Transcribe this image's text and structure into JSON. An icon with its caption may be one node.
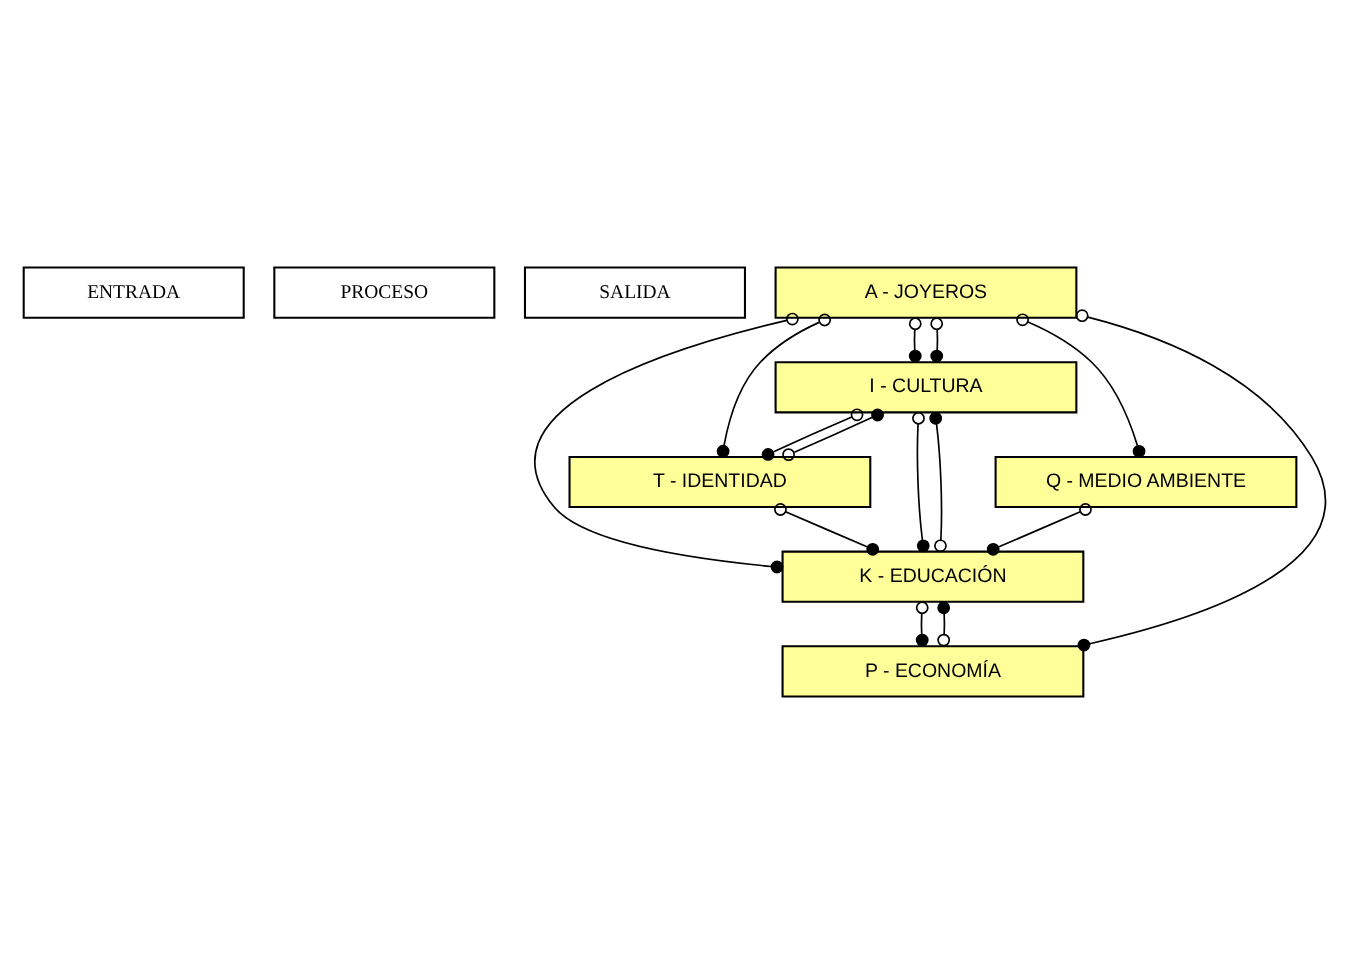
{
  "diagram": {
    "nodes": [
      {
        "text": [
          "ENTRADA"
        ]
      },
      {
        "text": [
          "PROCESO"
        ]
      },
      {
        "text": [
          "SALIDA"
        ]
      },
      {
        "text": [
          "A - JOYEROS"
        ]
      },
      {
        "text": [
          "I - CULTURA"
        ]
      },
      {
        "text": [
          "K - EDUCACIÓN"
        ]
      },
      {
        "text": [
          "P - ECONOMÍA"
        ]
      },
      {
        "text": [
          "Q - MEDIO AMBIENTE"
        ]
      },
      {
        "text": [
          "T - IDENTIDAD"
        ]
      }
    ],
    "edges": [
      {
        "from": 3,
        "to": 4,
        "arrow": "other"
      },
      {
        "from": 3,
        "to": 4,
        "arrow": "other"
      },
      {
        "from": 8,
        "to": 4,
        "arrow": "other"
      },
      {
        "from": 3,
        "to": 5,
        "arrow": "other"
      },
      {
        "from": 3,
        "to": 6,
        "arrow": "other"
      },
      {
        "from": 3,
        "to": 7,
        "arrow": "other"
      },
      {
        "from": 7,
        "to": 5,
        "arrow": "other"
      },
      {
        "from": 8,
        "to": 5,
        "arrow": "other"
      },
      {
        "from": 4,
        "to": 5,
        "arrow": "other"
      },
      {
        "from": 5,
        "to": 4,
        "arrow": "other"
      },
      {
        "from": 5,
        "to": 6,
        "arrow": "other"
      },
      {
        "from": 6,
        "to": 5,
        "arrow": "other"
      },
      {
        "from": 4,
        "to": 8,
        "arrow": "other"
      },
      {
        "from": 3,
        "to": 8,
        "arrow": "other"
      }
    ]
  }
}
